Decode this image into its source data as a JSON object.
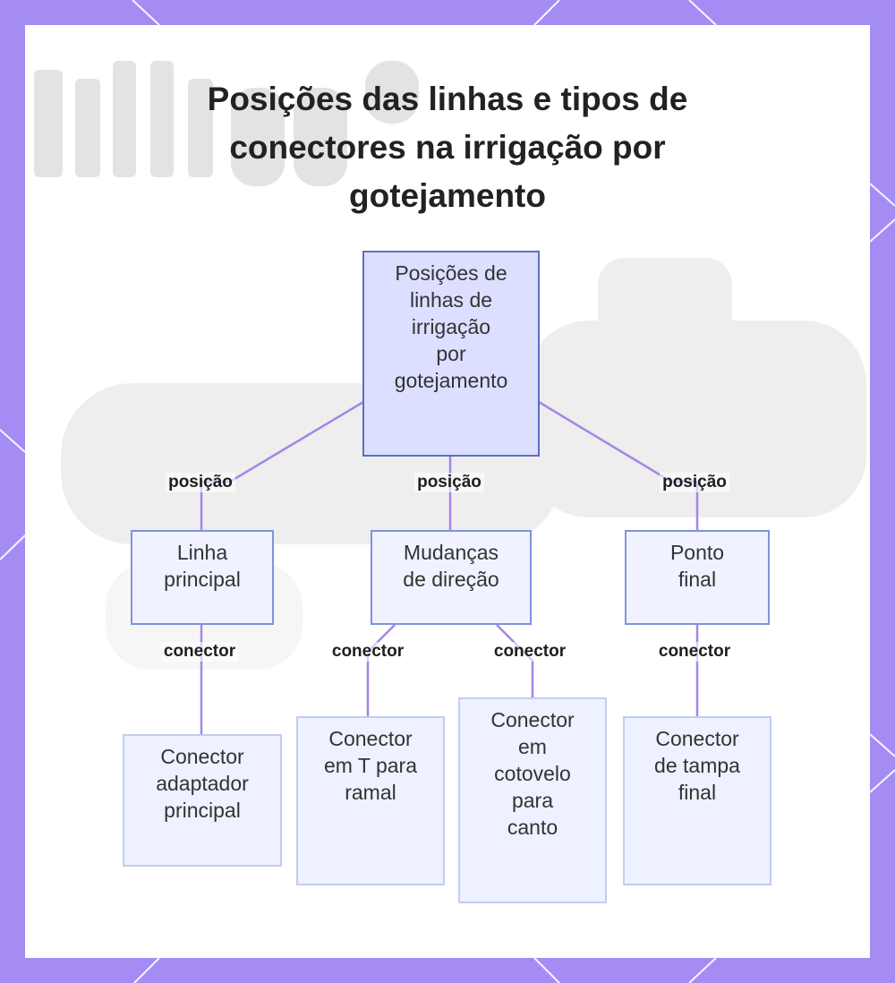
{
  "title": "Posições das linhas e tipos de conectores na irrigação por gotejamento",
  "root": {
    "lines": [
      "Posições de",
      "linhas de",
      "irrigação",
      "por",
      "gotejamento"
    ]
  },
  "positions": [
    {
      "edge_label": "posição",
      "lines": [
        "Linha",
        "principal"
      ]
    },
    {
      "edge_label": "posição",
      "lines": [
        "Mudanças",
        "de direção"
      ]
    },
    {
      "edge_label": "posição",
      "lines": [
        "Ponto",
        "final"
      ]
    }
  ],
  "connectors": [
    {
      "edge_label": "conector",
      "lines": [
        "Conector",
        "adaptador",
        "principal"
      ]
    },
    {
      "edge_label": "conector",
      "lines": [
        "Conector",
        "em T para",
        "ramal"
      ]
    },
    {
      "edge_label": "conector",
      "lines": [
        "Conector",
        "em",
        "cotovelo",
        "para",
        "canto"
      ]
    },
    {
      "edge_label": "conector",
      "lines": [
        "Conector",
        "de tampa",
        "final"
      ]
    }
  ],
  "colors": {
    "frame": "#a48cf4",
    "edge": "#a585e8",
    "node_border": "#7f93dc"
  }
}
